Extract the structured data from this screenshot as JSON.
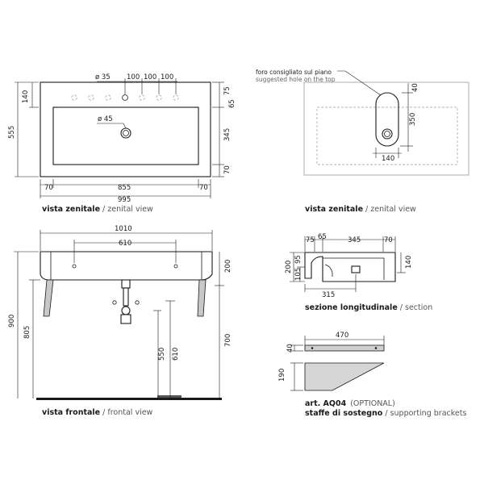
{
  "top_view": {
    "dims": {
      "hole_dia": "ø 35",
      "spacing1": "100",
      "spacing2": "100",
      "spacing3": "100",
      "drain_dia": "ø 45",
      "left_140": "140",
      "left_555": "555",
      "right_75": "75",
      "right_65": "65",
      "right_345": "345",
      "right_70": "70",
      "bottom_70a": "70",
      "bottom_855": "855",
      "bottom_70b": "70",
      "bottom_995": "995"
    },
    "caption_it": "vista zenitale",
    "caption_en": " / zenital view"
  },
  "top_view_alt": {
    "note_it": "foro consigliato sul piano",
    "note_en": "suggested hole on the top",
    "dims": {
      "d40": "40",
      "d350": "350",
      "d140": "140"
    },
    "caption_it": "vista zenitale",
    "caption_en": " / zenital view"
  },
  "front_view": {
    "dims": {
      "width_1010": "1010",
      "width_610": "610",
      "h900": "900",
      "h805": "805",
      "h200": "200",
      "h700": "700",
      "h550": "550",
      "h610": "610"
    },
    "caption_it": "vista frontale",
    "caption_en": " / frontal view"
  },
  "section": {
    "dims": {
      "t75": "75",
      "t65": "65",
      "t345": "345",
      "t70": "70",
      "l200": "200",
      "l105": "105",
      "l95": "95",
      "r140": "140",
      "b315": "315"
    },
    "caption_it": "sezione longitudinale",
    "caption_en": " / section"
  },
  "brackets": {
    "dims": {
      "w470": "470",
      "h40": "40",
      "h190": "190"
    },
    "art_label": "art. AQ04",
    "optional": "(OPTIONAL)",
    "caption_it": "staffe di sostegno",
    "caption_en": " / supporting brackets"
  }
}
